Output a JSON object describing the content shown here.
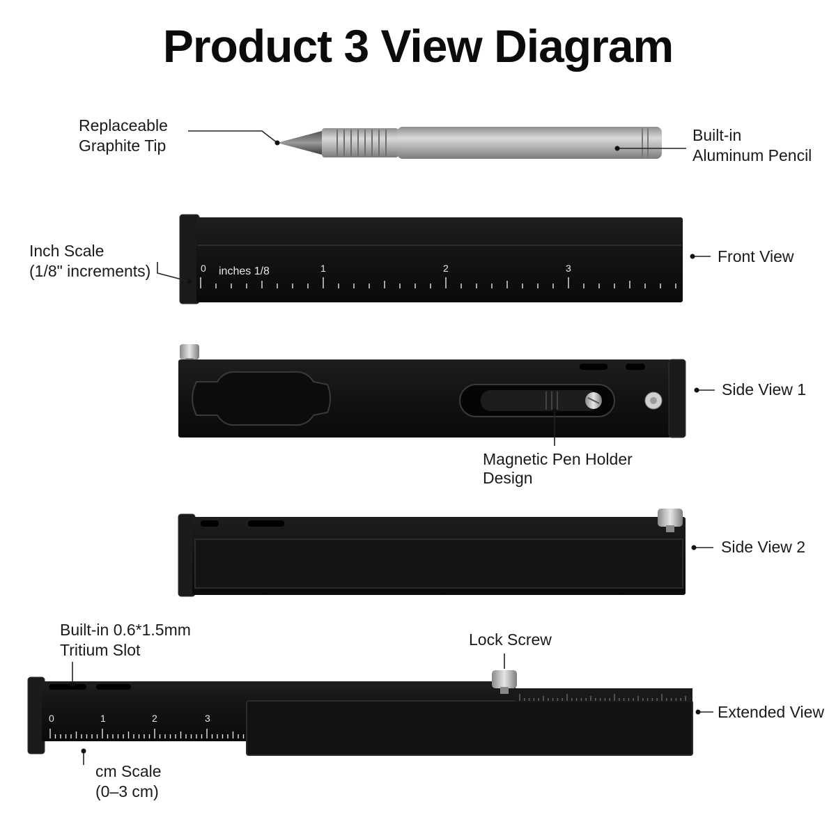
{
  "title": "Product 3 View Diagram",
  "labels": {
    "graphite_tip": [
      "Replaceable",
      "Graphite Tip"
    ],
    "aluminum_pencil": [
      "Built-in",
      "Aluminum Pencil"
    ],
    "inch_scale": [
      "Inch Scale",
      "(1/8\" increments)"
    ],
    "front_view": "Front View",
    "side_view_1": "Side View 1",
    "pen_holder": [
      "Magnetic Pen Holder",
      "Design"
    ],
    "side_view_2": "Side View 2",
    "tritium_slot": [
      "Built-in 0.6*1.5mm",
      "Tritium Slot"
    ],
    "lock_screw": "Lock Screw",
    "extended_view": "Extended View",
    "cm_scale": [
      "cm Scale",
      "(0–3 cm)"
    ]
  },
  "front_ruler": {
    "unit_text": "inches 1/8",
    "numbers": [
      "0",
      "1",
      "2",
      "3"
    ]
  },
  "extended_ruler": {
    "numbers": [
      "0",
      "1",
      "2",
      "3"
    ]
  },
  "colors": {
    "body": "#141414",
    "body_edge": "#2a2a2a",
    "metal": "#b8b8b8",
    "leader": "#222222",
    "scale_ink": "#e8e8e8"
  }
}
